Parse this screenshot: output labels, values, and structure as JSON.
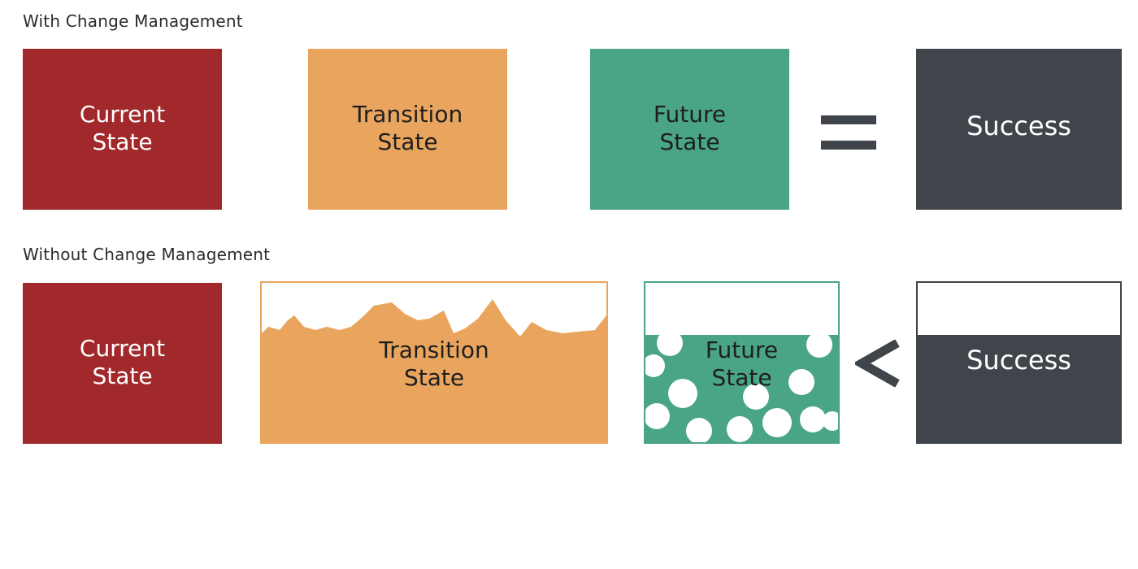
{
  "rows": {
    "with": {
      "title": "With Change Management",
      "current": "Current\nState",
      "transition": "Transition\nState",
      "future": "Future\nState",
      "operator": "=",
      "result": "Success"
    },
    "without": {
      "title": "Without Change Management",
      "current": "Current\nState",
      "transition": "Transition\nState",
      "future": "Future\nState",
      "operator": "<",
      "result": "Success"
    }
  },
  "colors": {
    "current": "#a1292b",
    "transition": "#e9a55d",
    "future": "#4aa585",
    "success": "#3f454b",
    "text_light": "#ffffff",
    "text_dark": "#1f1f1f"
  }
}
